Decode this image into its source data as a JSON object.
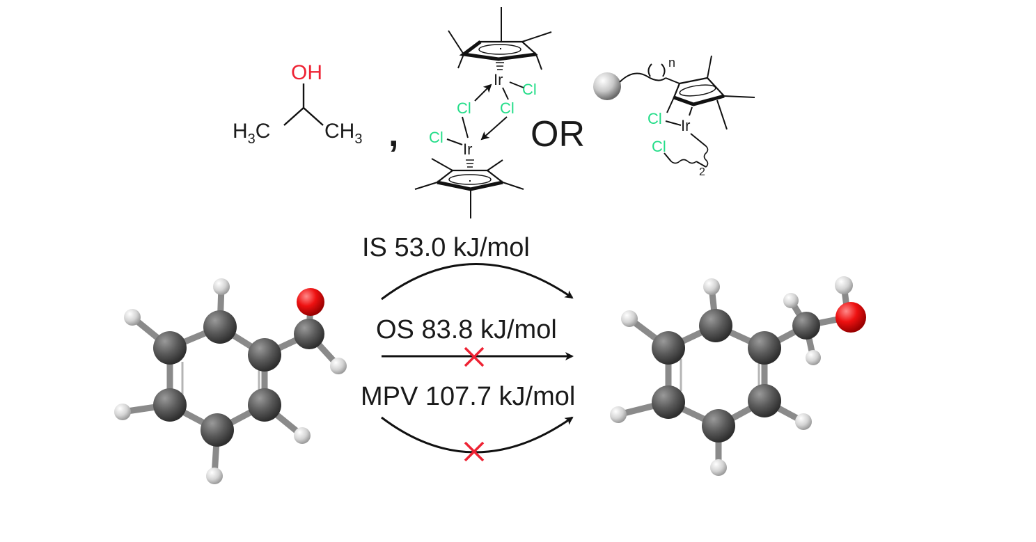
{
  "reagents": {
    "isopropanol": {
      "oh": "OH",
      "left_group": "H3C",
      "right_group": "CH3"
    },
    "comma": ",",
    "dimer": {
      "ir": "Ir",
      "cl": "Cl"
    },
    "or_text": "OR",
    "supported": {
      "ir": "Ir",
      "cl": "Cl",
      "n": "n",
      "sub2": "2"
    }
  },
  "pathways": [
    {
      "label": "IS 53.0 kJ/mol",
      "blocked": false,
      "shape": "arc-up"
    },
    {
      "label": "OS 83.8 kJ/mol",
      "blocked": true,
      "shape": "straight"
    },
    {
      "label": "MPV 107.7 kJ/mol",
      "blocked": true,
      "shape": "arc-down"
    }
  ],
  "colors": {
    "oxygen": "#ee2233",
    "chlorine": "#22dd88",
    "carbon_atom": "#555555",
    "hydrogen_atom": "#dddddd",
    "blocked_mark": "#ee2233"
  }
}
